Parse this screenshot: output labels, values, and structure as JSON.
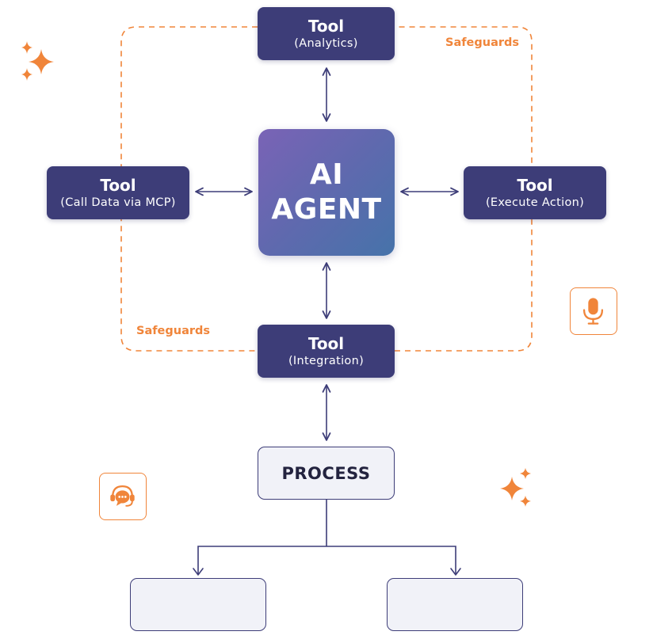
{
  "colors": {
    "tool_fill": "#3d3d78",
    "accent_orange": "#f0853a",
    "arrow": "#3d3d78",
    "agent_gradient_start": "#7a63b6",
    "agent_gradient_end": "#4673aa",
    "process_fill": "#f1f2f8"
  },
  "agent": {
    "line1": "AI",
    "line2": "AGENT"
  },
  "tools": {
    "top": {
      "title": "Tool",
      "subtitle": "(Analytics)"
    },
    "left": {
      "title": "Tool",
      "subtitle": "(Call Data via MCP)"
    },
    "right": {
      "title": "Tool",
      "subtitle": "(Execute Action)"
    },
    "bottom": {
      "title": "Tool",
      "subtitle": "(Integration)"
    }
  },
  "safeguards": {
    "top_label": "Safeguards",
    "bottom_label": "Safeguards"
  },
  "process": {
    "label": "PROCESS"
  },
  "decorations": {
    "icons": [
      "microphone-icon",
      "support-chat-icon",
      "sparkle-icon"
    ]
  }
}
